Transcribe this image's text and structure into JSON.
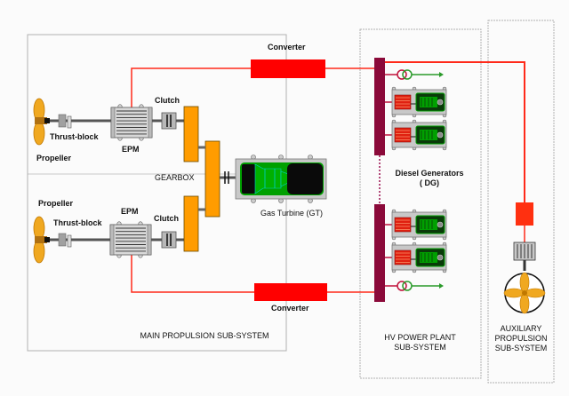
{
  "diagram": {
    "subsystems": {
      "main": {
        "title": "MAIN PROPULSION SUB-SYSTEM"
      },
      "hv": {
        "title": "HV POWER PLANT\nSUB-SYSTEM"
      },
      "aux": {
        "title": "AUXILIARY\nPROPULSION\nSUB-SYSTEM"
      }
    },
    "labels": {
      "converter_top": "Converter",
      "converter_bottom": "Converter",
      "clutch_top": "Clutch",
      "clutch_bottom": "Clutch",
      "thrust_block_top": "Thrust-block",
      "thrust_block_bottom": "Thrust-block",
      "propeller_top": "Propeller",
      "propeller_bottom": "Propeller",
      "epm_top": "EPM",
      "epm_bottom": "EPM",
      "gearbox": "GEARBOX",
      "gas_turbine": "Gas Turbine (GT)",
      "diesel_generators": "Diesel Generators\n( DG)"
    },
    "colors": {
      "power_line": "#ff2a1a",
      "converter": "#ff0000",
      "busbar": "#8b0a3a",
      "gearbox": "#ff9c00",
      "turbine_green": "#00a000",
      "propeller": "#f0a820",
      "transformer_red": "#c0103a",
      "transformer_green": "#2a9a2a",
      "aux_converter": "#ff3010"
    }
  }
}
